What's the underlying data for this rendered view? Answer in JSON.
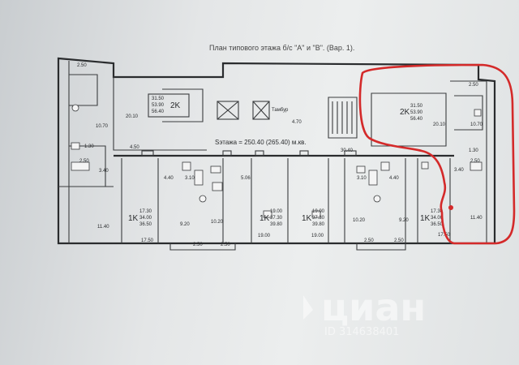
{
  "plan_title": "План типового этажа б/с \"А\" и \"В\". (Вар. 1).",
  "floor_area": "Sэтажа = 250.40 (265.40) м.кв.",
  "tambour": "Тамбур",
  "rooms": {
    "apt_2k_left": {
      "type": "2K",
      "a": "31.50",
      "b": "53.90",
      "c": "56.40"
    },
    "apt_2k_right": {
      "type": "2K",
      "a": "31.50",
      "b": "53.90",
      "c": "56.40"
    },
    "apt_1k_a": {
      "type": "1K",
      "a": "17.30",
      "b": "34.00",
      "c": "36.50"
    },
    "apt_1k_b": {
      "type": "1K",
      "a": "19.00",
      "b": "37.30",
      "c": "39.80"
    },
    "apt_1k_c": {
      "type": "1K",
      "a": "19.00",
      "b": "37.30",
      "c": "39.80"
    },
    "apt_1k_d": {
      "type": "1K",
      "a": "17.30",
      "b": "34.00",
      "c": "36.50"
    }
  },
  "areas": {
    "a250": "2.50",
    "a2010": "20.10",
    "a1070": "10.70",
    "a130": "1.30",
    "a250b": "2.50",
    "a340": "3.40",
    "a1140": "11.40",
    "a450": "4.50",
    "a440": "4.40",
    "a310a": "3.10",
    "a920": "9.20",
    "a1020": "10.20",
    "a506": "5.06",
    "a1750": "17.50",
    "a250c": "2.50",
    "a250d": "2.50",
    "a1900": "19.00",
    "a310b": "3.10",
    "a440b": "4.40",
    "a1020b": "10.20",
    "a920b": "9.20",
    "a1750b": "17.50",
    "a250e": "2.50",
    "a250f": "2.50",
    "a1900b": "19.00",
    "a470": "4.70",
    "a3040": "30.40",
    "a2010b": "20.10",
    "a1070b": "10.70",
    "a250g": "2.50",
    "a130b": "1.30",
    "a1140b": "11.40",
    "a340b": "3.40",
    "a250h": "2.50"
  },
  "watermark": {
    "brand": "циан",
    "id": "ID 314638401"
  },
  "highlight_color": "#d42a2a"
}
